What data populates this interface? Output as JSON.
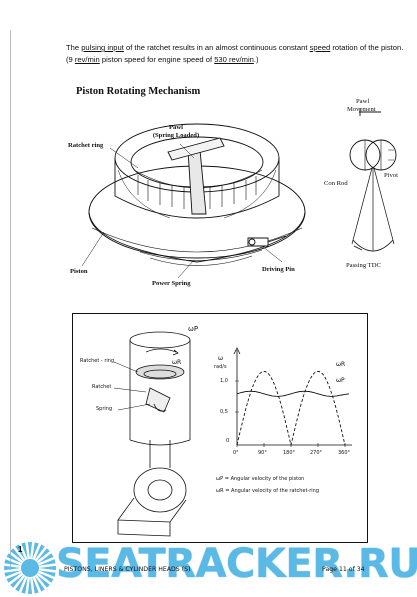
{
  "intro": {
    "p1": "The ",
    "p2": "pulsing input",
    "p3": " of the ratchet results in an almost continuous constant ",
    "p4": "speed",
    "p5": " rotation of the piston. (9 ",
    "p6": "rev/min",
    "p7": " piston speed for engine speed of ",
    "p8": "530 rev/min",
    "p9": ".)"
  },
  "section_title": "Piston Rotating Mechanism",
  "upper_figure": {
    "pawl": "Pawl",
    "spring_loaded": "(Spring Loaded)",
    "ratchet_ring": "Ratchet ring",
    "piston": "Piston",
    "power_spring": "Power Spring",
    "driving_pin": "Driving Pin"
  },
  "side_figure": {
    "pawl": "Pawl",
    "movement": "Movement",
    "pivot": "Pivot",
    "con_rod": "Con Rod",
    "passing_tdc": "Passing TDC"
  },
  "lower_figure": {
    "omega_p_top": "ωP",
    "omega_r_top": "ωR",
    "ratchet_ring": "Ratchet - ring",
    "ratchet": "Ratchet",
    "spring": "Spring",
    "axis_unit_1": "ω",
    "axis_unit_2": "rad/s",
    "y_ticks": [
      "1,0",
      "0,5",
      "0"
    ],
    "x_ticks": [
      "0°",
      "90°",
      "180°",
      "270°",
      "360°"
    ],
    "curve_r": "ωR",
    "curve_p": "ωP",
    "legend_p": "ωP  =  Angular velocity of the piston",
    "legend_r": "ωR  =  Angular velocity of the ratchet-ring"
  },
  "footer": {
    "watermark": "SEATRACKER.RU",
    "left": "PISTONS, LINERS & CYLINDER HEADS (S)",
    "right": "Page 11 of 34",
    "mark": "1"
  },
  "colors": {
    "watermark": "#5bb9e6",
    "ink": "#111111"
  }
}
